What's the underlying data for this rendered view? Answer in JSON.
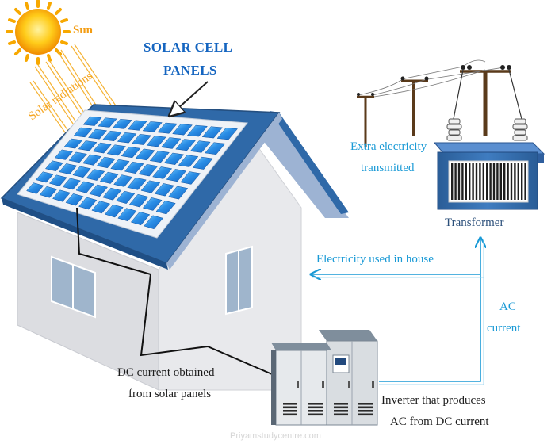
{
  "labels": {
    "sun": "Sun",
    "solar_radiations": "Solar radiations",
    "panels_line1": "SOLAR CELL",
    "panels_line2": "PANELS",
    "extra_line1": "Extra electricity",
    "extra_line2": "transmitted",
    "transformer": "Transformer",
    "used_in_house": "Electricity used in house",
    "ac_line1": "AC",
    "ac_line2": "current",
    "dc_line1": "DC current obtained",
    "dc_line2": "from solar panels",
    "inv_line1": "Inverter that produces",
    "inv_line2": "AC from DC current",
    "watermark": "Priyamstudycentre.com"
  },
  "colors": {
    "roof": "#2f69a8",
    "wall": "#e6e7ea",
    "panel": "#1f7fd8",
    "arrow": "#1a9ad6",
    "sun": "#f7b500"
  }
}
